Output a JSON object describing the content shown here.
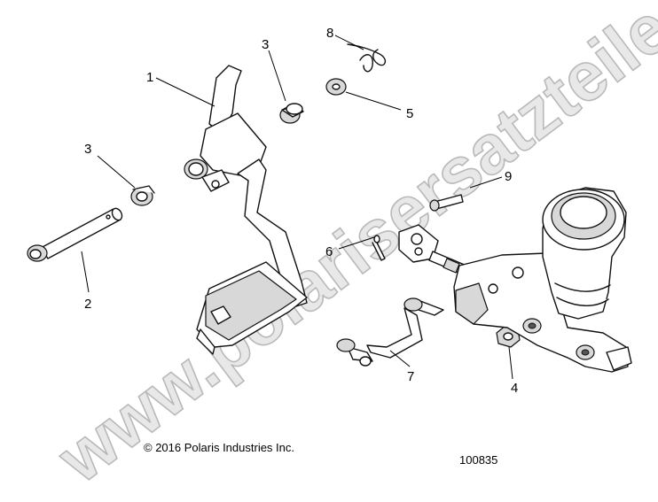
{
  "callouts": {
    "c1": "1",
    "c2": "2",
    "c3a": "3",
    "c3b": "3",
    "c4": "4",
    "c5": "5",
    "c6": "6",
    "c7": "7",
    "c8": "8",
    "c9": "9"
  },
  "footer": {
    "copyright": "© 2016 Polaris Industries Inc.",
    "diagram_number": "100835"
  },
  "watermark": "www.polarisersatzteile.de"
}
